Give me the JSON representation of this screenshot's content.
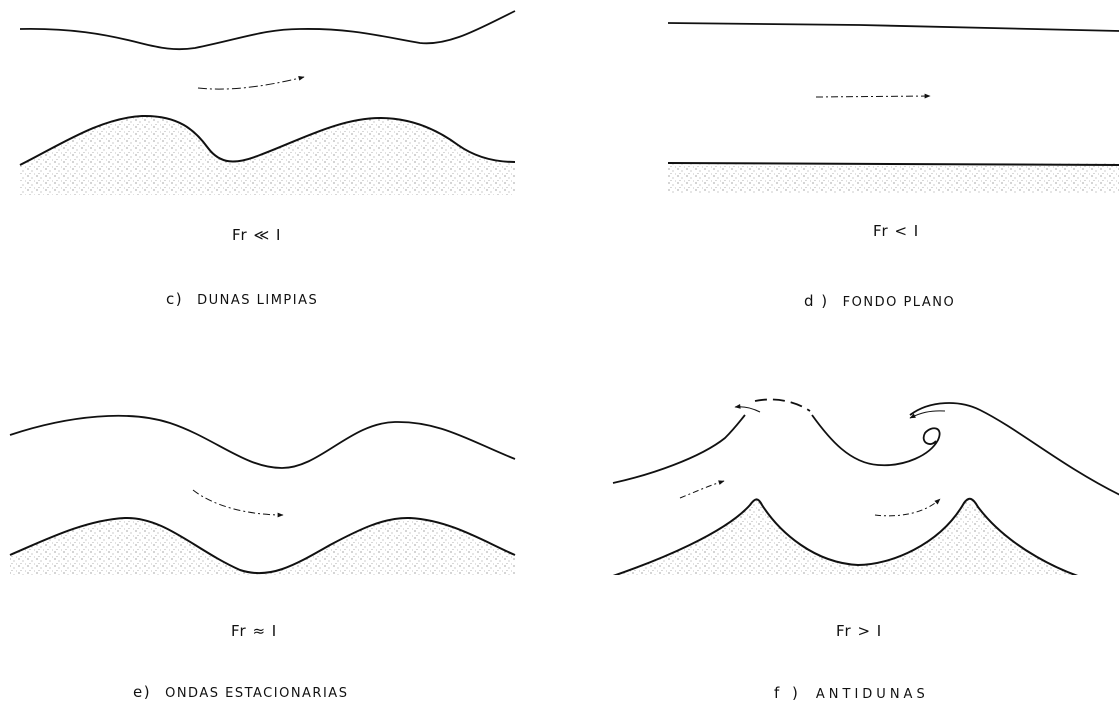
{
  "panels": {
    "c": {
      "froude": "Fr ≪ I",
      "letter": "c)",
      "title": "DUNAS LIMPIAS"
    },
    "d": {
      "froude": "Fr < I",
      "letter": "d )",
      "title": "FONDO PLANO"
    },
    "e": {
      "froude": "Fr ≈ I",
      "letter": "e)",
      "title": "ONDAS ESTACIONARIAS"
    },
    "f": {
      "froude": "Fr > I",
      "letter": "f )",
      "title": "ANTIDUNAS"
    }
  },
  "colors": {
    "ink": "#111111",
    "sand": "#8a8a8a",
    "background": "#ffffff"
  }
}
